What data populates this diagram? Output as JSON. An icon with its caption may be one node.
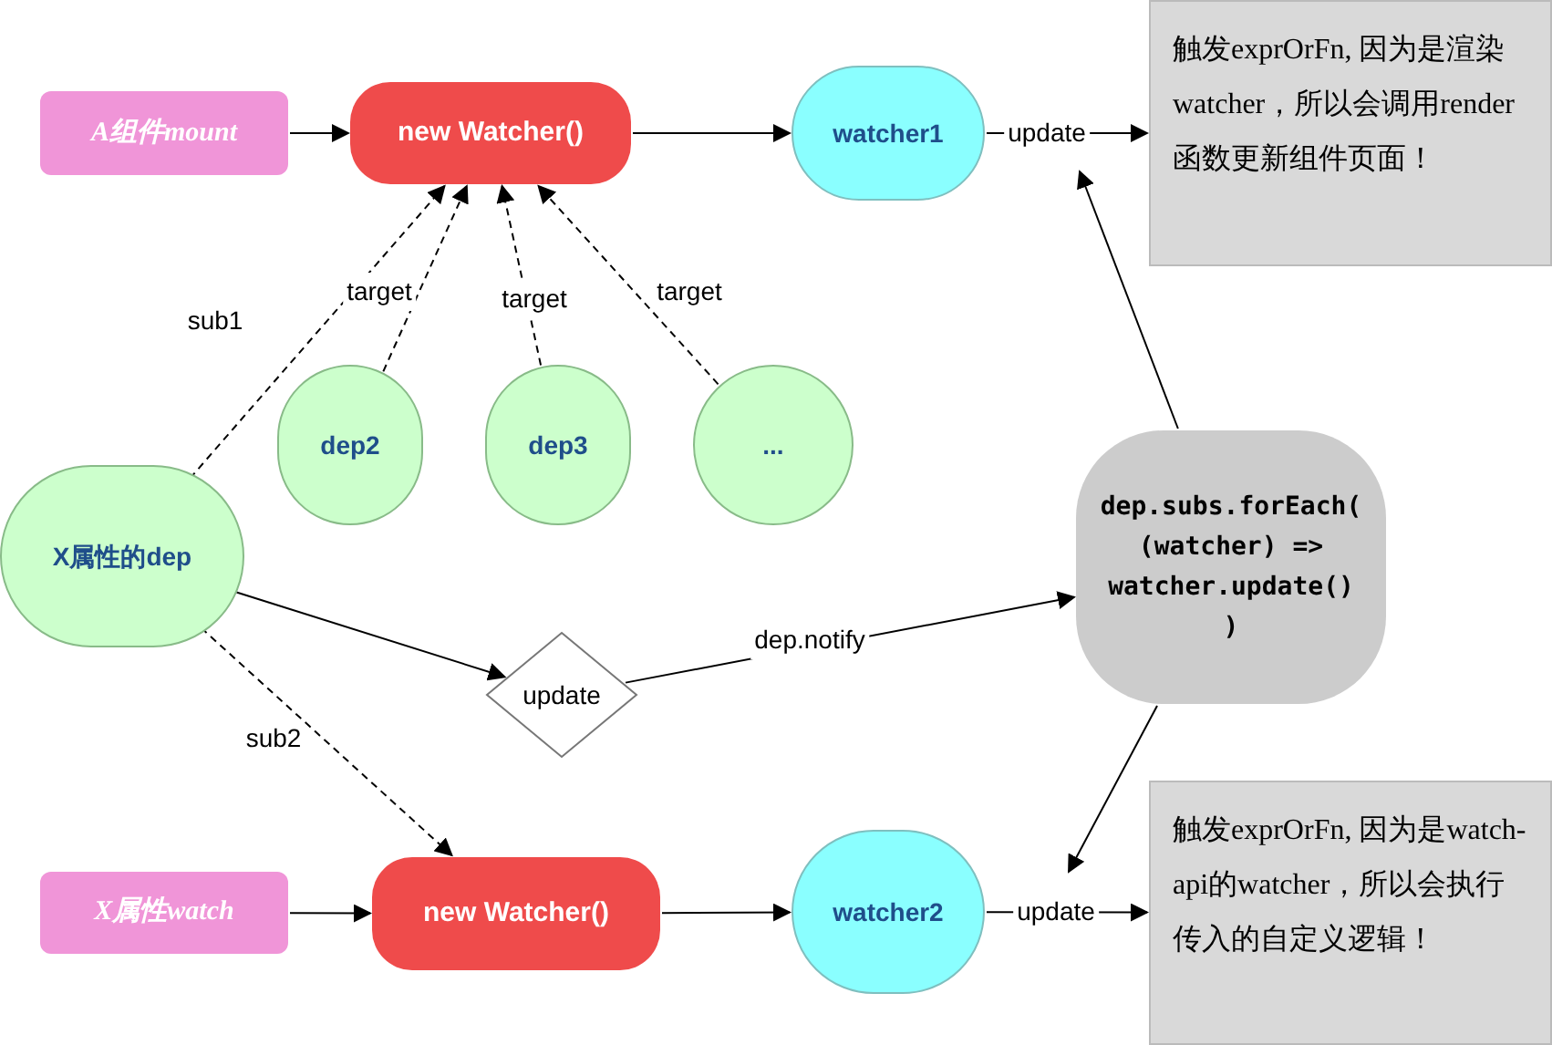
{
  "diagram": {
    "nodes": [
      {
        "text": [
          "A组件mount"
        ]
      },
      {
        "text": [
          "new Watcher()"
        ]
      },
      {
        "text": [
          "watcher1"
        ]
      },
      {
        "text": [
          "触发exprOrFn, 因为是渲染watcher，所以会调用render函数更新组件页面！"
        ]
      },
      {
        "text": [
          "dep2"
        ]
      },
      {
        "text": [
          "dep3"
        ]
      },
      {
        "text": [
          "..."
        ]
      },
      {
        "text": [
          "X属性的dep"
        ]
      },
      {
        "text": [
          "update"
        ]
      },
      {
        "text": [
          "dep.subs.forEach( (watcher) => watcher.update() )"
        ]
      },
      {
        "text": [
          "X属性watch"
        ]
      },
      {
        "text": [
          "new Watcher()"
        ]
      },
      {
        "text": [
          "watcher2"
        ]
      },
      {
        "text": [
          "触发exprOrFn, 因为是watch-api的watcher，所以会执行传入的自定义逻辑！"
        ]
      }
    ],
    "edges": [
      {
        "from": 0,
        "to": 1,
        "arrow": "to"
      },
      {
        "from": 1,
        "to": 2,
        "arrow": "to"
      },
      {
        "from": 2,
        "to": 3,
        "arrow": "to",
        "label": "update"
      },
      {
        "from": 4,
        "to": 1,
        "arrow": "to",
        "label": "target",
        "style": "dashed"
      },
      {
        "from": 5,
        "to": 1,
        "arrow": "to",
        "label": "target",
        "style": "dashed"
      },
      {
        "from": 6,
        "to": 1,
        "arrow": "to",
        "label": "target",
        "style": "dashed"
      },
      {
        "from": 7,
        "to": 1,
        "arrow": "to",
        "label": "sub1",
        "style": "dashed"
      },
      {
        "from": 7,
        "to": 8,
        "arrow": "to"
      },
      {
        "from": 8,
        "to": 9,
        "arrow": "to",
        "label": "dep.notify"
      },
      {
        "from": 9,
        "to": null,
        "arrow": "to"
      },
      {
        "from": 7,
        "to": 11,
        "arrow": "to",
        "label": "sub2",
        "style": "dashed"
      },
      {
        "from": 10,
        "to": 11,
        "arrow": "to"
      },
      {
        "from": 11,
        "to": 12,
        "arrow": "to"
      },
      {
        "from": 12,
        "to": 13,
        "arrow": "to",
        "label": "update"
      },
      {
        "from": 9,
        "to": null,
        "arrow": "to"
      }
    ]
  }
}
